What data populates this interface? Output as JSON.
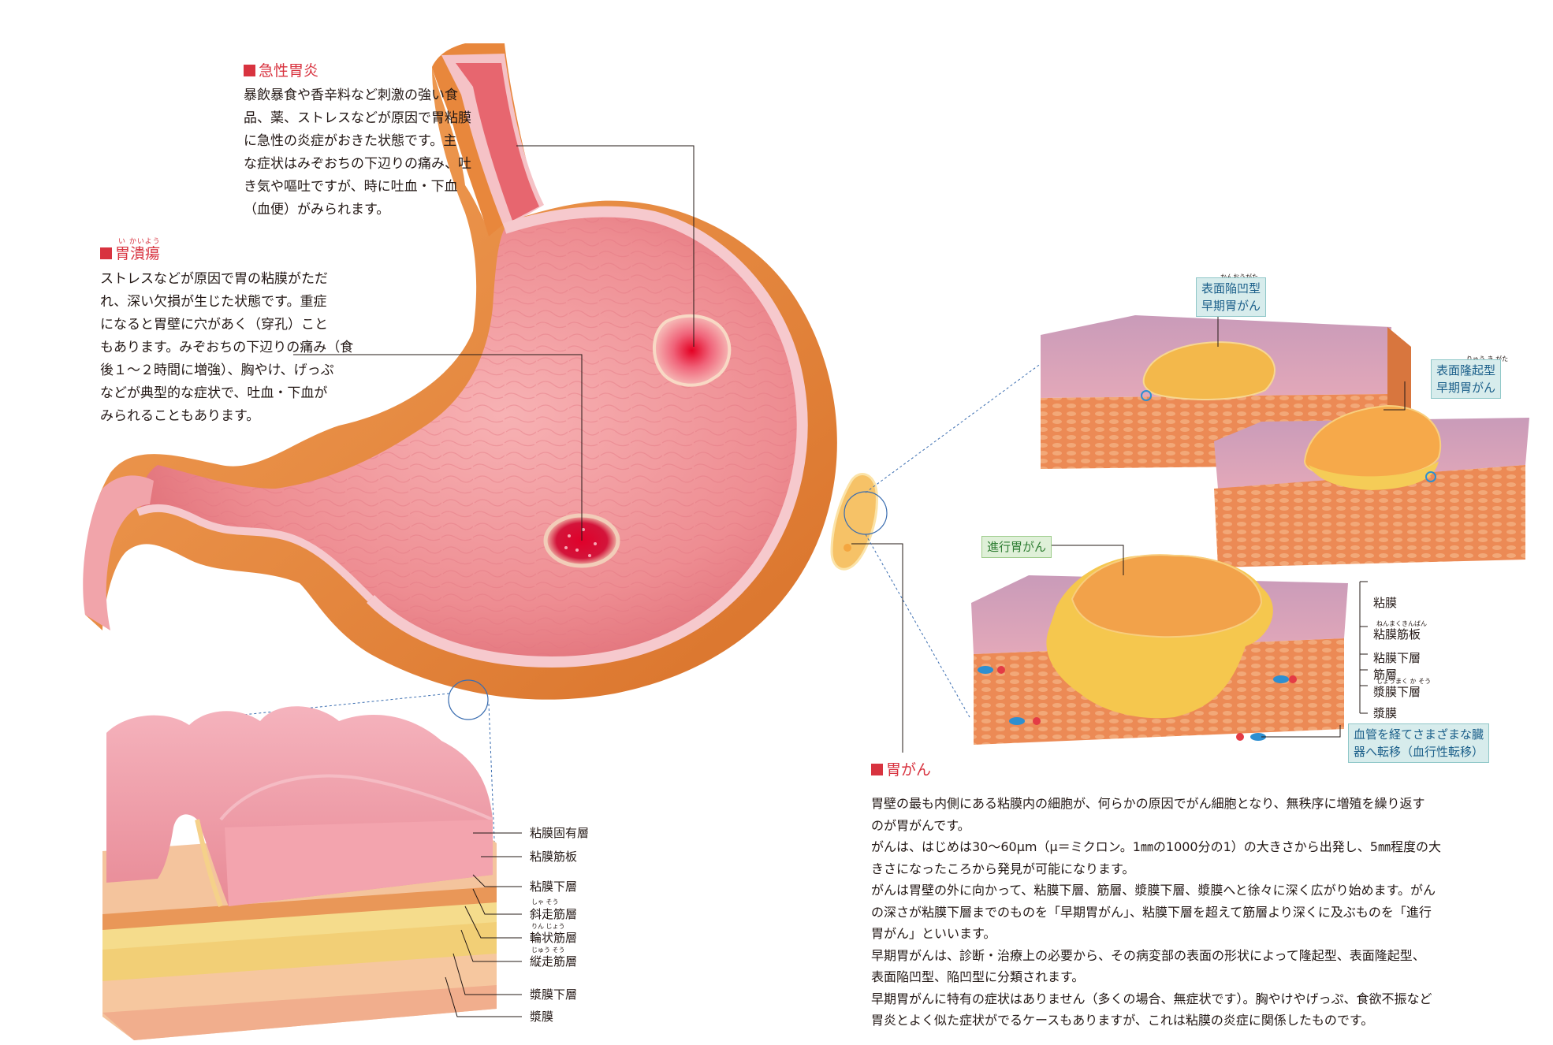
{
  "acute_gastritis": {
    "heading": "急性胃炎",
    "lines": [
      "暴飲暴食や香辛料など刺激の強い食",
      "品、薬、ストレスなどが原因で胃粘膜",
      "に急性の炎症がおきた状態です。主",
      "な症状はみぞおちの下辺りの痛み、吐",
      "き気や嘔吐ですが、時に吐血・下血",
      "（血便）がみられます。"
    ]
  },
  "gastric_ulcer": {
    "heading": "胃潰瘍",
    "reading": "い かいよう",
    "lines": [
      "ストレスなどが原因で胃の粘膜がただ",
      "れ、深い欠損が生じた状態です。重症",
      "になると胃壁に穴があく（穿孔）こと",
      "もあります。みぞおちの下辺りの痛み（食",
      "後１～２時間に増強）、胸やけ、げっぷ",
      "などが典型的な症状で、吐血・下血が",
      "みられることもあります。"
    ]
  },
  "wall_layers": {
    "labels": [
      "粘膜固有層",
      "粘膜筋板",
      "粘膜下層",
      "斜走筋層",
      "輪状筋層",
      "縦走筋層",
      "漿膜下層",
      "漿膜"
    ],
    "readings": [
      "しゃ そう",
      "りん じょう",
      "じゅう そう"
    ]
  },
  "cancer_types": {
    "depressed": {
      "reading": "かんおうがた",
      "lines": [
        "表面陥凹型",
        "早期胃がん"
      ]
    },
    "elevated": {
      "reading": "りゅう き がた",
      "lines": [
        "表面隆起型",
        "早期胃がん"
      ]
    },
    "advanced": "進行胃がん",
    "metastasis": [
      "血管を経てさまざまな臓",
      "器へ転移（血行性転移）"
    ]
  },
  "cancer_layers": {
    "labels": [
      "粘膜",
      "粘膜筋板",
      "粘膜下層",
      "筋層",
      "漿膜下層",
      "漿膜"
    ],
    "readings": [
      "ねんまくきんばん",
      "しょうまく か そう"
    ]
  },
  "gastric_cancer": {
    "heading": "胃がん",
    "lines": [
      "胃壁の最も内側にある粘膜内の細胞が、何らかの原因でがん細胞となり、無秩序に増殖を繰り返す",
      "のが胃がんです。",
      "がんは、はじめは30～60μm（μ＝ミクロン。1㎜の1000分の1）の大きさから出発し、5㎜程度の大",
      "きさになったころから発見が可能になります。",
      "がんは胃壁の外に向かって、粘膜下層、筋層、漿膜下層、漿膜へと徐々に深く広がり始めます。がん",
      "の深さが粘膜下層までのものを「早期胃がん」、粘膜下層を超えて筋層より深くに及ぶものを「進行",
      "胃がん」といいます。",
      "早期胃がんは、診断・治療上の必要から、その病変部の表面の形状によって隆起型、表面隆起型、",
      "表面陥凹型、陥凹型に分類されます。",
      "早期胃がんに特有の症状はありません（多くの場合、無症状です）。胸やけやげっぷ、食欲不振など",
      "胃炎とよく似た症状がでるケースもありますが、これは粘膜の炎症に関係したものです。"
    ]
  },
  "colors": {
    "accent_red": "#d8333f",
    "mucosa_pink": "#f08a8f",
    "stomach_outer": "#e8873c",
    "tumor_yellow": "#f5c542"
  }
}
